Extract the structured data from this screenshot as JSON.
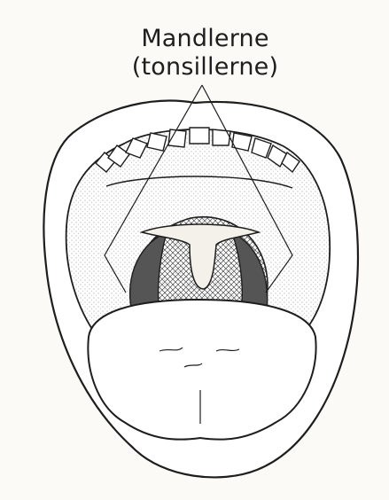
{
  "labels": {
    "line1": "Mandlerne",
    "line2": "(tonsillerne)"
  },
  "colors": {
    "background": "#fbfaf6",
    "ink": "#1e1e1e",
    "tongue_fill": "#ffffff",
    "throat_fill": "#d9d5cc"
  },
  "parts": [
    "lips",
    "teeth",
    "palate",
    "uvula",
    "tonsils",
    "throat",
    "tongue"
  ]
}
